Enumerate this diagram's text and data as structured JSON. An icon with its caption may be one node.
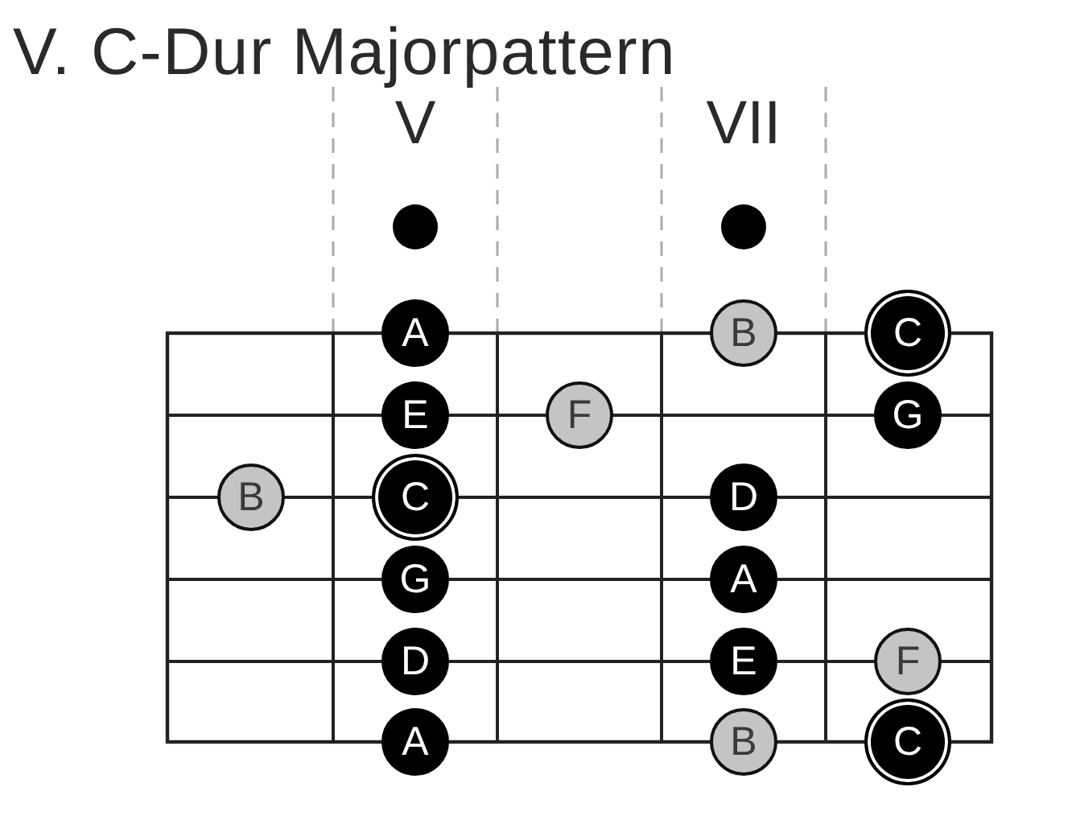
{
  "diagram": {
    "title": "V. C-Dur Majorpattern",
    "nodes": [
      {
        "text": [
          "A"
        ]
      },
      {
        "text": [
          "B"
        ]
      },
      {
        "text": [
          "C"
        ]
      },
      {
        "text": [
          "E"
        ]
      },
      {
        "text": [
          "F"
        ]
      },
      {
        "text": [
          "G"
        ]
      },
      {
        "text": [
          "B"
        ]
      },
      {
        "text": [
          "C"
        ]
      },
      {
        "text": [
          "D"
        ]
      },
      {
        "text": [
          "G"
        ]
      },
      {
        "text": [
          "A"
        ]
      },
      {
        "text": [
          "D"
        ]
      },
      {
        "text": [
          "E"
        ]
      },
      {
        "text": [
          "F"
        ]
      },
      {
        "text": [
          "A"
        ]
      },
      {
        "text": [
          "B"
        ]
      },
      {
        "text": [
          "C"
        ]
      }
    ],
    "labels": [
      "V",
      "VII"
    ]
  }
}
